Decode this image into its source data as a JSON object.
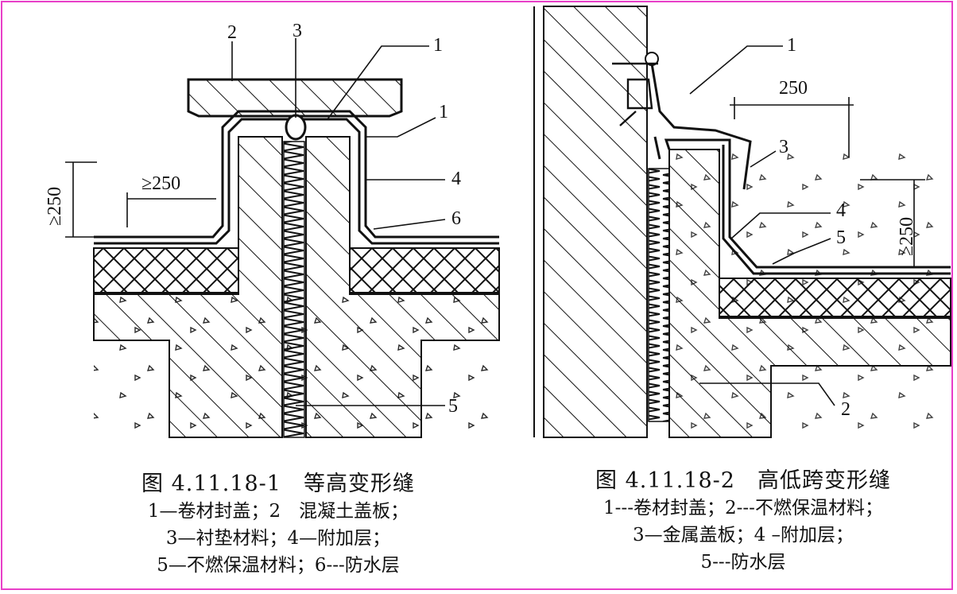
{
  "figure1": {
    "caption": "图 4.11.18-1　等高变形缝",
    "legend": [
      "1—卷材封盖；2　混凝土盖板；",
      "3—衬垫材料；4—附加层；",
      "5—不燃保温材料；6---防水层"
    ],
    "callouts": {
      "c1a": "1",
      "c1b": "1",
      "c2": "2",
      "c3": "3",
      "c4": "4",
      "c5": "5",
      "c6": "6"
    },
    "dims": {
      "height": "≥250",
      "width": "≥250"
    }
  },
  "figure2": {
    "caption": "图 4.11.18-2　高低跨变形缝",
    "legend": [
      "1---卷材封盖；2---不燃保温材料；",
      "3—金属盖板；4 –附加层；",
      "5---防水层"
    ],
    "callouts": {
      "c1": "1",
      "c2": "2",
      "c3": "3",
      "c4": "4",
      "c5": "5"
    },
    "dims": {
      "width": "250",
      "height": "≥250"
    }
  },
  "colors": {
    "border": "#e83ec8",
    "ink": "#111111"
  }
}
